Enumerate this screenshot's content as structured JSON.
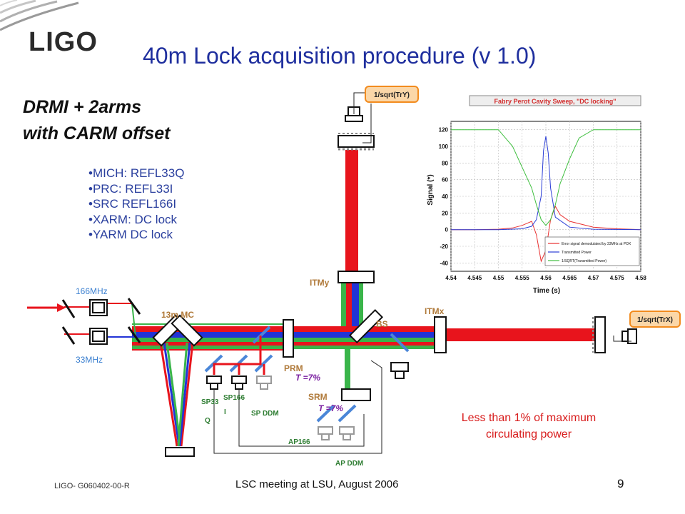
{
  "logo": "LIGO",
  "title": "40m Lock acquisition procedure (v 1.0)",
  "subtitle_lines": [
    "DRMI + 2arms",
    "with CARM offset"
  ],
  "bullets": [
    "MICH: REFL33Q",
    "PRC: REFL33I",
    "SRC REFL166I",
    "XARM: DC lock",
    "YARM DC lock"
  ],
  "labels": {
    "mod_166": "166MHz",
    "mod_33": "33MHz",
    "mc": "13m MC",
    "itmy": "ITMy",
    "itmx": "ITMx",
    "bs": "BS",
    "prm": "PRM",
    "srm": "SRM",
    "prm_t": "T =7%",
    "srm_t": "T =7%",
    "sp33": "SP33",
    "sp33_q": "Q",
    "sp166": "SP166",
    "sp166_i": "I",
    "sp_ddm": "SP DDM",
    "ap166": "AP166",
    "ap_ddm": "AP DDM",
    "try_box": "1/sqrt(TrY)",
    "trx_box": "1/sqrt(TrX)"
  },
  "note_lines": [
    "Less than 1% of maximum",
    "circulating power"
  ],
  "footer": {
    "doc_id": "LIGO- G060402-00-R",
    "meeting": "LSC meeting at LSU, August 2006",
    "page": "9"
  },
  "colors": {
    "title": "#1f2f9e",
    "red_beam": "#e8141c",
    "blue_beam": "#2233d6",
    "green_beam": "#3ab54a",
    "pd_box_fill": "#fbd7a8",
    "pd_box_stroke": "#f28b1e",
    "mirror_pickoff": "#4a86d8"
  },
  "chart_data": {
    "type": "line",
    "title": "Fabry Perot Cavity Sweep, \"DC locking\"",
    "xlabel": "Time (s)",
    "ylabel": "Signal (*)",
    "xlim": [
      4.54,
      4.58
    ],
    "ylim": [
      -50,
      130
    ],
    "x_ticks": [
      "4.54",
      "4.545",
      "4.55",
      "4.555",
      "4.56",
      "4.565",
      "4.57",
      "4.575",
      "4.58"
    ],
    "y_ticks": [
      "120",
      "100",
      "80",
      "60",
      "40",
      "20",
      "0",
      "-20",
      "-40"
    ],
    "grid": true,
    "legend_position": "bottom-right",
    "series": [
      {
        "name": "Error signal demodulated by 33MHz at POX",
        "color": "#e83030",
        "x": [
          4.54,
          4.545,
          4.55,
          4.553,
          4.555,
          4.557,
          4.558,
          4.559,
          4.56,
          4.561,
          4.562,
          4.563,
          4.565,
          4.57,
          4.575,
          4.58
        ],
        "y": [
          0,
          0,
          0.5,
          2,
          5,
          10,
          -6,
          -38,
          -25,
          12,
          28,
          18,
          10,
          3,
          1,
          0
        ]
      },
      {
        "name": "Transmitted Power",
        "color": "#2b3ed6",
        "x": [
          4.54,
          4.55,
          4.555,
          4.557,
          4.558,
          4.559,
          4.5595,
          4.56,
          4.5605,
          4.561,
          4.562,
          4.565,
          4.57,
          4.58
        ],
        "y": [
          0,
          0,
          1,
          4,
          12,
          40,
          95,
          112,
          92,
          50,
          15,
          3,
          0.5,
          0
        ]
      },
      {
        "name": "1/SQRT(Transmitted Power)",
        "color": "#3fbf3f",
        "x": [
          4.54,
          4.545,
          4.55,
          4.553,
          4.555,
          4.557,
          4.558,
          4.559,
          4.56,
          4.561,
          4.562,
          4.563,
          4.565,
          4.567,
          4.57,
          4.575,
          4.58
        ],
        "y": [
          120,
          120,
          120,
          100,
          75,
          50,
          30,
          12,
          5,
          12,
          30,
          55,
          85,
          110,
          120,
          120,
          120
        ]
      }
    ]
  }
}
